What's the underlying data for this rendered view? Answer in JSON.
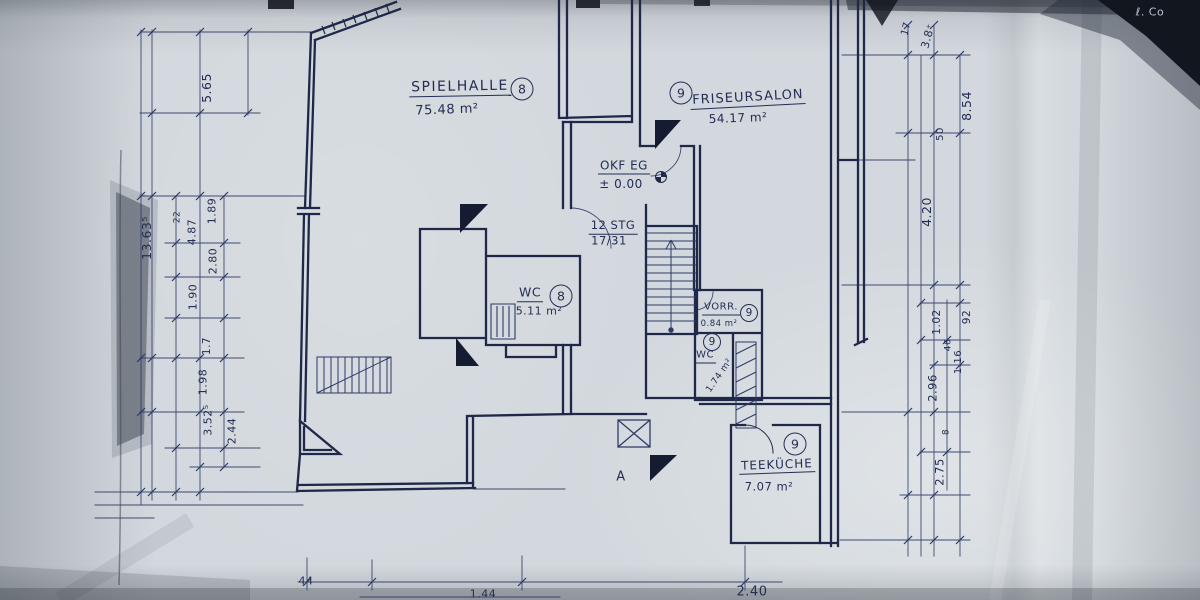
{
  "document": {
    "type": "floor-plan-photo"
  },
  "rooms": [
    {
      "name": "SPIELHALLE",
      "number": "8",
      "area": "75.48 m²"
    },
    {
      "name": "FRISEURSALON",
      "number": "9",
      "area": "54.17 m²"
    },
    {
      "name": "WC",
      "number": "8",
      "area": "5.11 m²"
    },
    {
      "name": "VORR.",
      "number": "9",
      "area": "0.84 m²"
    },
    {
      "name": "WC",
      "number": "9",
      "area": "1.74 m²"
    },
    {
      "name": "TEEKÜCHE",
      "number": "9",
      "area": "7.07 m²"
    }
  ],
  "annotations": {
    "level_label": "OKF EG",
    "level_value": "± 0.00",
    "stair_label": "12 STG",
    "stair_ratio": "17/31",
    "section_letter": "A",
    "corner_note": "ℓ. Co"
  },
  "dims_left": [
    "5.65",
    "13.63⁵",
    "22",
    "1.89",
    "4.87",
    "2.80",
    "1.90",
    "1.7",
    "1.98",
    "3.52⁵",
    "2.44"
  ],
  "dims_right": [
    "17",
    "3.8⁺",
    "8.54",
    "50",
    "4.20",
    "92",
    "1.02",
    "46",
    "1.16",
    "2.96",
    "8",
    "2.75"
  ],
  "dims_bottom": [
    "44",
    "1.44",
    "2.40"
  ]
}
